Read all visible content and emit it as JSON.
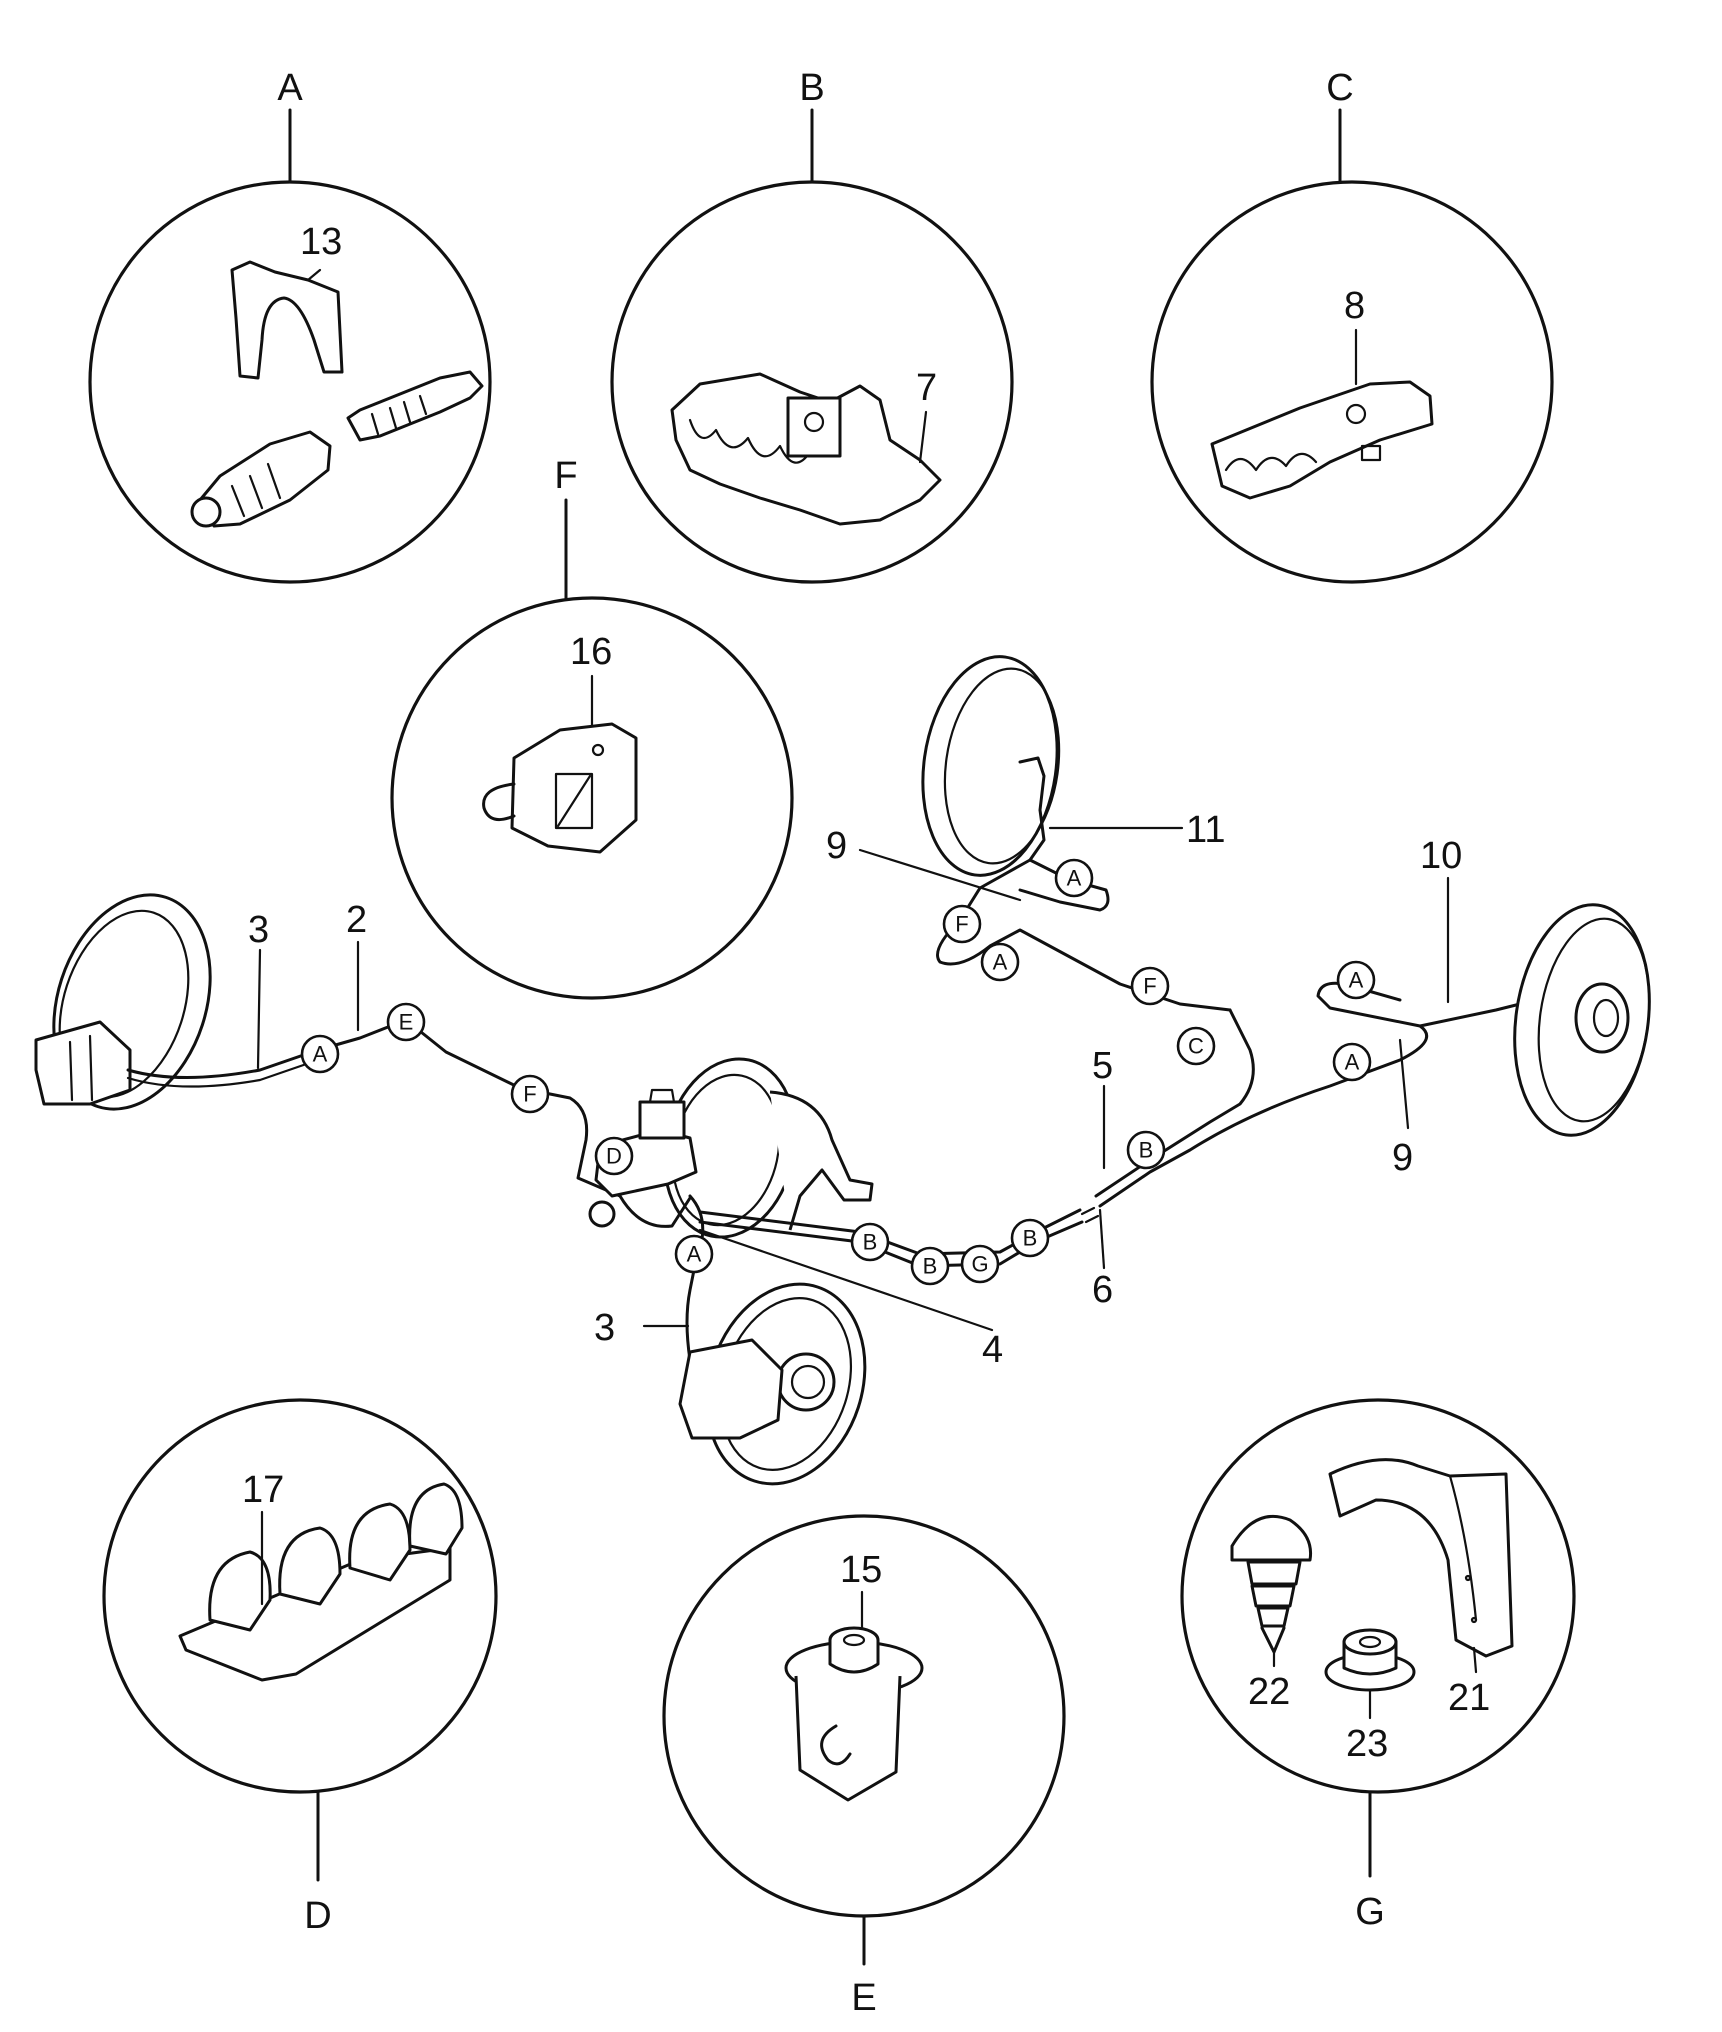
{
  "detail_letters": [
    "A",
    "B",
    "C",
    "D",
    "E",
    "F",
    "G"
  ],
  "part_numbers": {
    "p2": "2",
    "p3a": "3",
    "p3b": "3",
    "p4": "4",
    "p5": "5",
    "p6": "6",
    "p7": "7",
    "p8": "8",
    "p9a": "9",
    "p9b": "9",
    "p10": "10",
    "p11": "11",
    "p13": "13",
    "p15": "15",
    "p16": "16",
    "p17": "17",
    "p21": "21",
    "p22": "22",
    "p23": "23"
  },
  "markers": {
    "m1": "A",
    "m2": "E",
    "m3": "F",
    "m4": "D",
    "m5": "A",
    "m6": "B",
    "m7": "B",
    "m8": "G",
    "m9": "B",
    "m10": "B",
    "m11": "C",
    "m12": "F",
    "m13": "A",
    "m14": "F",
    "m15": "A",
    "m16": "A",
    "m17": "A"
  }
}
